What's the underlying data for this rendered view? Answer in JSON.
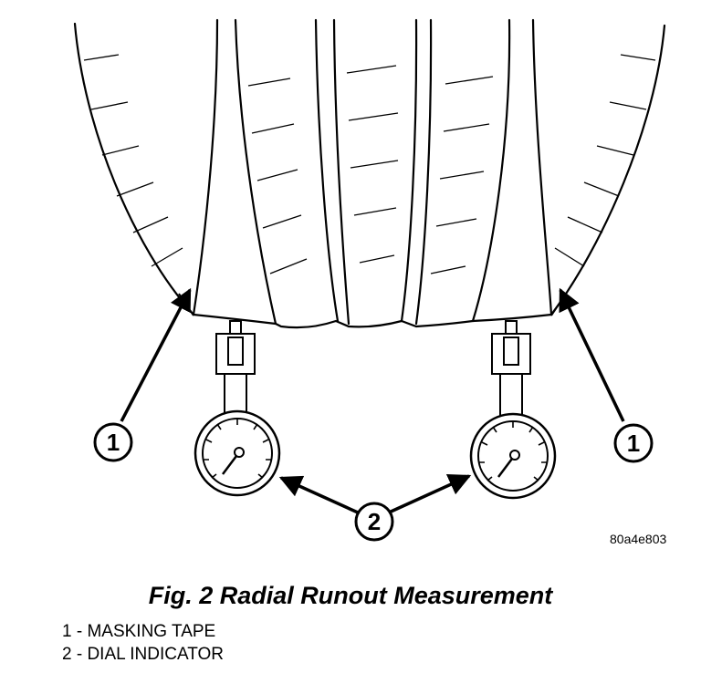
{
  "callouts": {
    "masking_tape_left": "1",
    "masking_tape_right": "1",
    "dial_indicator": "2"
  },
  "reference_code": "80a4e803",
  "caption": "Fig. 2 Radial Runout Measurement",
  "legend": [
    "1 - MASKING TAPE",
    "2 - DIAL INDICATOR"
  ]
}
